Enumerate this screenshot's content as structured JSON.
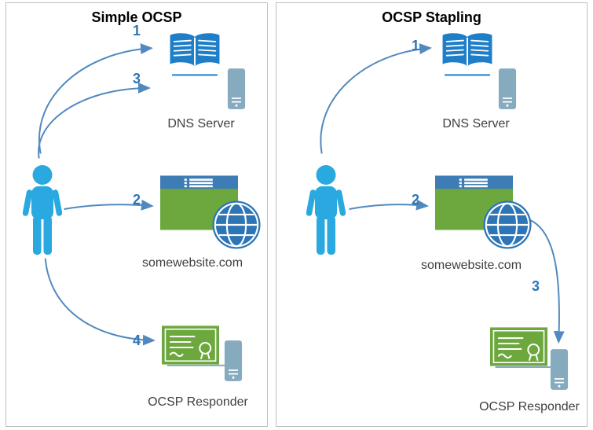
{
  "panels": [
    {
      "title": "Simple OCSP",
      "nodes": {
        "dns": "DNS Server",
        "web": "somewebsite.com",
        "ocsp": "OCSP Responder"
      },
      "flows": [
        {
          "step": "1",
          "from": "user",
          "to": "dns-server"
        },
        {
          "step": "2",
          "from": "user",
          "to": "somewebsite.com"
        },
        {
          "step": "3",
          "from": "user",
          "to": "dns-server"
        },
        {
          "step": "4",
          "from": "user",
          "to": "ocsp-responder"
        }
      ]
    },
    {
      "title": "OCSP Stapling",
      "nodes": {
        "dns": "DNS Server",
        "web": "somewebsite.com",
        "ocsp": "OCSP Responder"
      },
      "flows": [
        {
          "step": "1",
          "from": "user",
          "to": "dns-server"
        },
        {
          "step": "2",
          "from": "user",
          "to": "somewebsite.com"
        },
        {
          "step": "3",
          "from": "somewebsite.com",
          "to": "ocsp-responder"
        }
      ]
    }
  ],
  "icons": {
    "user": "person-icon",
    "dns_server": [
      "open-book-icon",
      "server-tower-icon"
    ],
    "website": [
      "browser-window-icon",
      "globe-icon"
    ],
    "ocsp_responder": [
      "certificate-icon",
      "server-tower-icon"
    ]
  },
  "colors": {
    "person": "#29A9E0",
    "book": "#1E7EC8",
    "server_tower": "#86ABBF",
    "browser_body": "#6CA83D",
    "browser_header": "#3E7CB6",
    "globe": "#2E75B6",
    "certificate": "#6CA83D",
    "arrow": "#5189BE",
    "step_number": "#2E75B6",
    "label_text": "#404040",
    "panel_border": "#BFBFBF"
  }
}
